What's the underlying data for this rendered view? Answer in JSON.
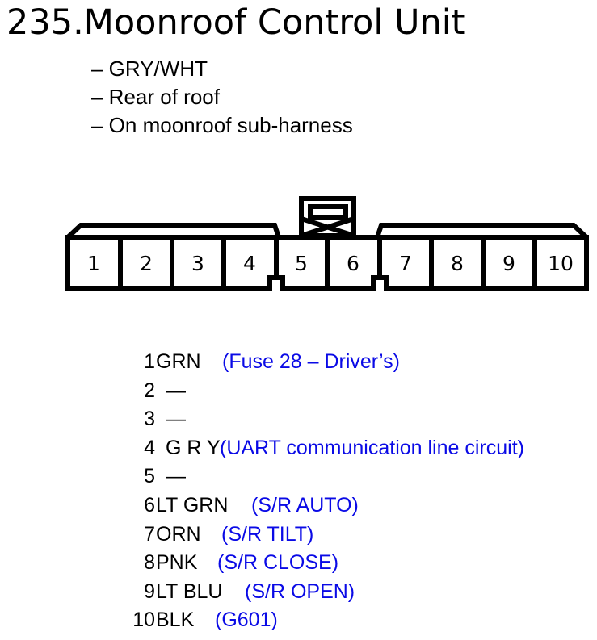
{
  "title": "235.Moonroof Control Unit",
  "notes": [
    "– GRY/WHT",
    "– Rear of roof",
    "– On moonroof sub-harness"
  ],
  "colors": {
    "text": "#000000",
    "description": "#0a0ae6"
  },
  "connector": {
    "pins": [
      "1",
      "2",
      "3",
      "4",
      "5",
      "6",
      "7",
      "8",
      "9",
      "10"
    ]
  },
  "pin_table": [
    {
      "pin": "1",
      "wire": "GRN",
      "desc": "(Fuse 28 – Driver’s)"
    },
    {
      "pin": "2",
      "wire": "—",
      "desc": ""
    },
    {
      "pin": "3",
      "wire": "—",
      "desc": ""
    },
    {
      "pin": "4",
      "wire": "G R Y",
      "desc": "(UART communication line circuit)"
    },
    {
      "pin": "5",
      "wire": "—",
      "desc": ""
    },
    {
      "pin": "6",
      "wire": "LT GRN",
      "desc": "(S/R AUTO)"
    },
    {
      "pin": "7",
      "wire": "ORN",
      "desc": "(S/R TILT)"
    },
    {
      "pin": "8",
      "wire": "PNK",
      "desc": "(S/R CLOSE)"
    },
    {
      "pin": "9",
      "wire": "LT BLU",
      "desc": "(S/R OPEN)"
    },
    {
      "pin": "10",
      "wire": "BLK",
      "desc": "(G601)"
    }
  ]
}
